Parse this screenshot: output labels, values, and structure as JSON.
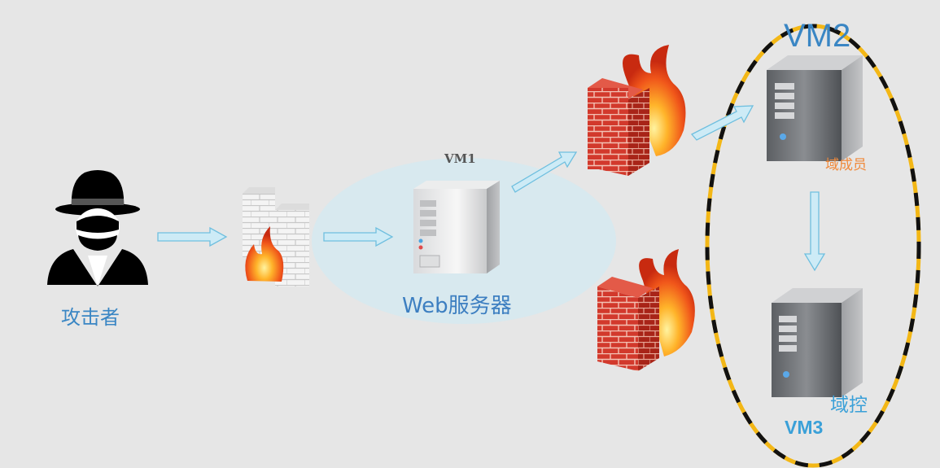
{
  "labels": {
    "attacker": "攻击者",
    "vm1": "VM1",
    "web_server": "Web服务器",
    "vm2": "VM2",
    "domain_member": "域成员",
    "domain_controller": "域控",
    "vm3": "VM3"
  },
  "colors": {
    "background": "#e6e6e6",
    "label_blue": "#3a86c4",
    "member_orange": "#f08a3c",
    "arrow_fill": "#cdebf6",
    "arrow_stroke": "#6fbfdf",
    "dmz_ellipse": "#d6e9f0",
    "boundary_yellow": "#f3b716",
    "boundary_black": "#111111",
    "brick_red": "#d2392c"
  },
  "icons": {
    "attacker": "hacker-spy-icon",
    "perimeter_firewall": "white-brick-firewall-icon",
    "web_server": "server-tower-icon",
    "internal_firewalls": "red-brick-firewall-icon",
    "domain_member_server": "server-tower-icon",
    "domain_controller_server": "server-tower-icon"
  }
}
